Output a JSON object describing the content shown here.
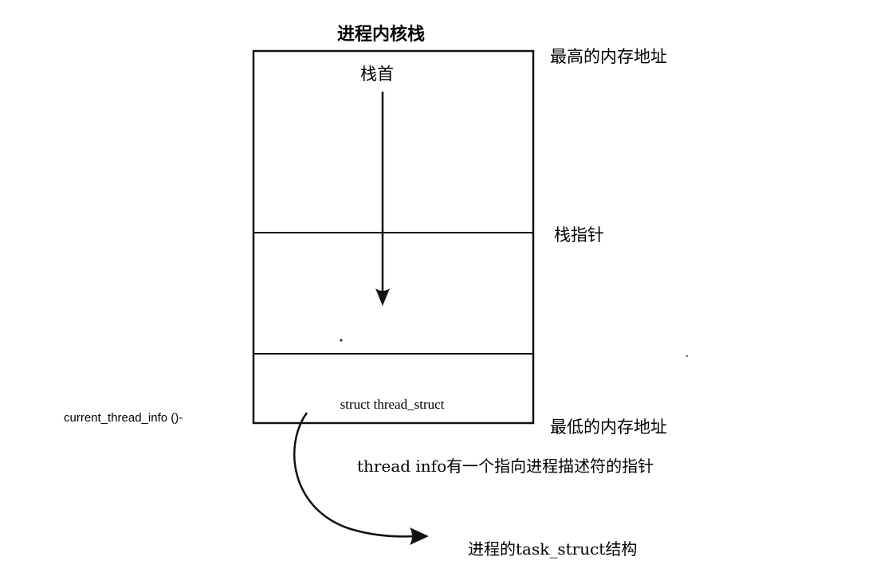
{
  "title": "进程内核栈",
  "labels": {
    "stack_top": "栈首",
    "highest_address": "最高的内存地址",
    "stack_pointer": "栈指针",
    "lowest_address": "最低的内存地址",
    "thread_struct": "struct thread_struct",
    "current_thread_info": "current_thread_info ()-",
    "thread_info_note": "thread info有一个指向进程描述符的指针",
    "task_struct": "进程的task_struct结构"
  },
  "colors": {
    "line": "#111111",
    "background": "#ffffff"
  }
}
